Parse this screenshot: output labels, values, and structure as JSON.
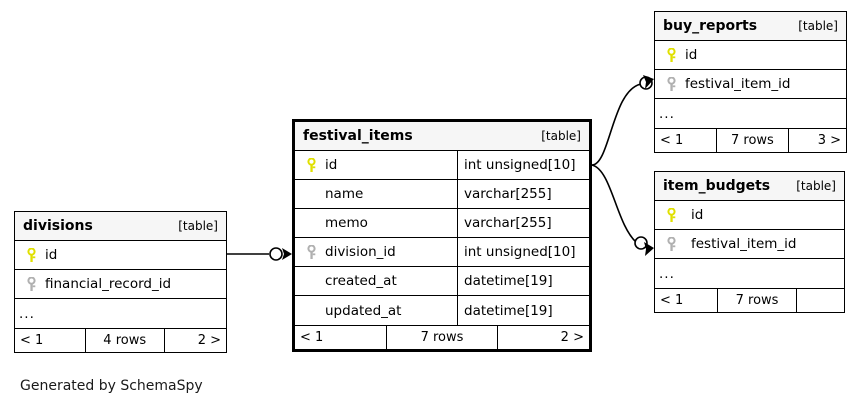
{
  "diagram": {
    "caption": "Generated by SchemaSpy",
    "table_tag": "[table]",
    "colors": {
      "primary_key": "#e6e600",
      "foreign_key": "#b0b0b0",
      "title_background": "#f6f6f6",
      "border": "#000000",
      "background": "#ffffff"
    }
  },
  "tables": {
    "festival_items": {
      "name": "festival_items",
      "tag": "[table]",
      "columns": [
        {
          "key": "primary",
          "name": "id",
          "type": "int unsigned[10]"
        },
        {
          "key": "none",
          "name": "name",
          "type": "varchar[255]"
        },
        {
          "key": "none",
          "name": "memo",
          "type": "varchar[255]"
        },
        {
          "key": "foreign",
          "name": "division_id",
          "type": "int unsigned[10]"
        },
        {
          "key": "none",
          "name": "created_at",
          "type": "datetime[19]"
        },
        {
          "key": "none",
          "name": "updated_at",
          "type": "datetime[19]"
        }
      ],
      "footer": {
        "prev": "< 1",
        "rows": "7 rows",
        "next": "2 >"
      }
    },
    "divisions": {
      "name": "divisions",
      "tag": "[table]",
      "columns": [
        {
          "key": "primary",
          "name": "id"
        },
        {
          "key": "foreign",
          "name": "financial_record_id"
        },
        {
          "key": "none",
          "name": "..."
        }
      ],
      "footer": {
        "prev": "< 1",
        "rows": "4 rows",
        "next": "2 >"
      }
    },
    "buy_reports": {
      "name": "buy_reports",
      "tag": "[table]",
      "columns": [
        {
          "key": "primary",
          "name": "id"
        },
        {
          "key": "foreign",
          "name": "festival_item_id"
        },
        {
          "key": "none",
          "name": "..."
        }
      ],
      "footer": {
        "prev": "< 1",
        "rows": "7 rows",
        "next": "3 >"
      }
    },
    "item_budgets": {
      "name": "item_budgets",
      "tag": "[table]",
      "columns": [
        {
          "key": "primary",
          "name": "id"
        },
        {
          "key": "foreign",
          "name": "festival_item_id"
        },
        {
          "key": "none",
          "name": "..."
        }
      ],
      "footer": {
        "prev": "< 1",
        "rows": "7 rows",
        "next": ""
      }
    }
  },
  "relationships": [
    {
      "from": "divisions.id",
      "to": "festival_items.division_id"
    },
    {
      "from": "festival_items.id",
      "to": "buy_reports.festival_item_id"
    },
    {
      "from": "festival_items.id",
      "to": "item_budgets.festival_item_id"
    }
  ]
}
